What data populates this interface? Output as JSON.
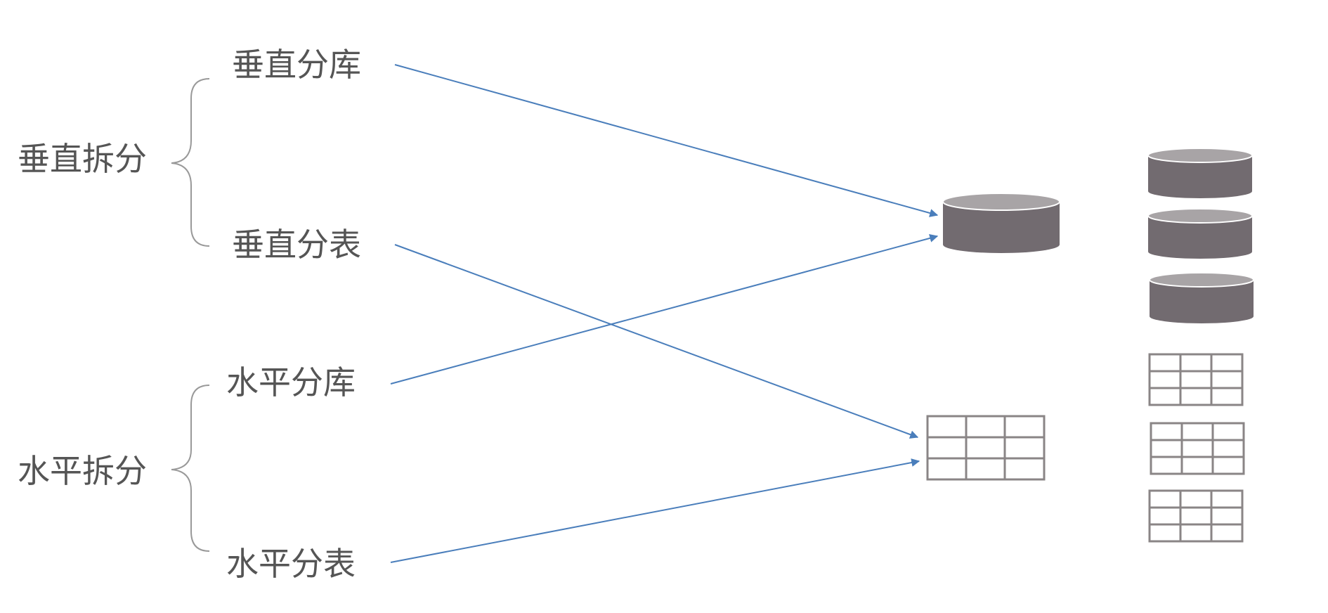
{
  "groups": [
    {
      "title": "垂直拆分",
      "items": [
        "垂直分库",
        "垂直分表"
      ]
    },
    {
      "title": "水平拆分",
      "items": [
        "水平分库",
        "水平分表"
      ]
    }
  ],
  "colors": {
    "text": "#555555",
    "brace": "#999999",
    "arrow": "#4a7ebb",
    "db_body": "#726b70",
    "db_top": "#a8a4a6",
    "db_rim": "#ffffff",
    "table_line": "#8a8586"
  },
  "icons": {
    "database": "database-icon",
    "table": "table-icon"
  },
  "connections": [
    {
      "from": "垂直分库",
      "to": "database-icon"
    },
    {
      "from": "垂直分表",
      "to": "table-icon"
    },
    {
      "from": "水平分库",
      "to": "database-icon"
    },
    {
      "from": "水平分表",
      "to": "table-icon"
    }
  ]
}
